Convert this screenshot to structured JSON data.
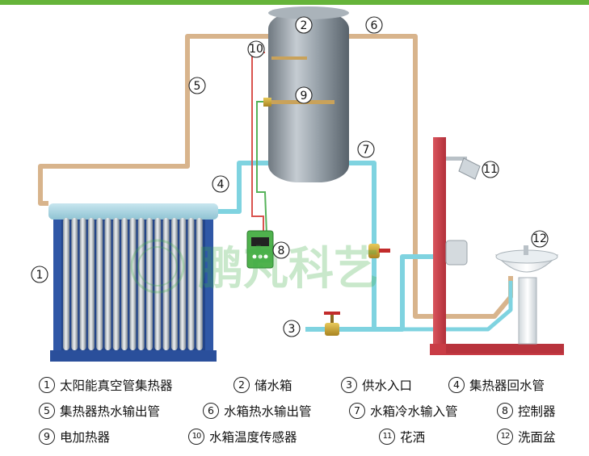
{
  "callouts": {
    "c1": "1",
    "c2": "2",
    "c3": "3",
    "c4": "4",
    "c5": "5",
    "c6": "6",
    "c7": "7",
    "c8": "8",
    "c9": "9",
    "c10": "10",
    "c11": "11",
    "c12": "12"
  },
  "watermark": "鹏芃科艺",
  "legend": [
    {
      "num": "1",
      "label": "太阳能真空管集热器"
    },
    {
      "num": "2",
      "label": "储水箱"
    },
    {
      "num": "3",
      "label": "供水入口"
    },
    {
      "num": "4",
      "label": "集热器回水管"
    },
    {
      "num": "5",
      "label": "集热器热水输出管"
    },
    {
      "num": "6",
      "label": "水箱热水输出管"
    },
    {
      "num": "7",
      "label": "水箱冷水输入管"
    },
    {
      "num": "8",
      "label": "控制器"
    },
    {
      "num": "9",
      "label": "电加热器"
    },
    {
      "num": "10",
      "label": "水箱温度传感器"
    },
    {
      "num": "11",
      "label": "花洒"
    },
    {
      "num": "12",
      "label": "洗面盆"
    }
  ],
  "colors": {
    "hot_pipe": "#d8b48c",
    "cold_pipe": "#7fd3e0",
    "wall": "#c93c45",
    "collector_frame": "#2f57a6",
    "controller": "#4fb24d",
    "tank": "#8f9aa3",
    "accent_bar": "#66b43a"
  }
}
